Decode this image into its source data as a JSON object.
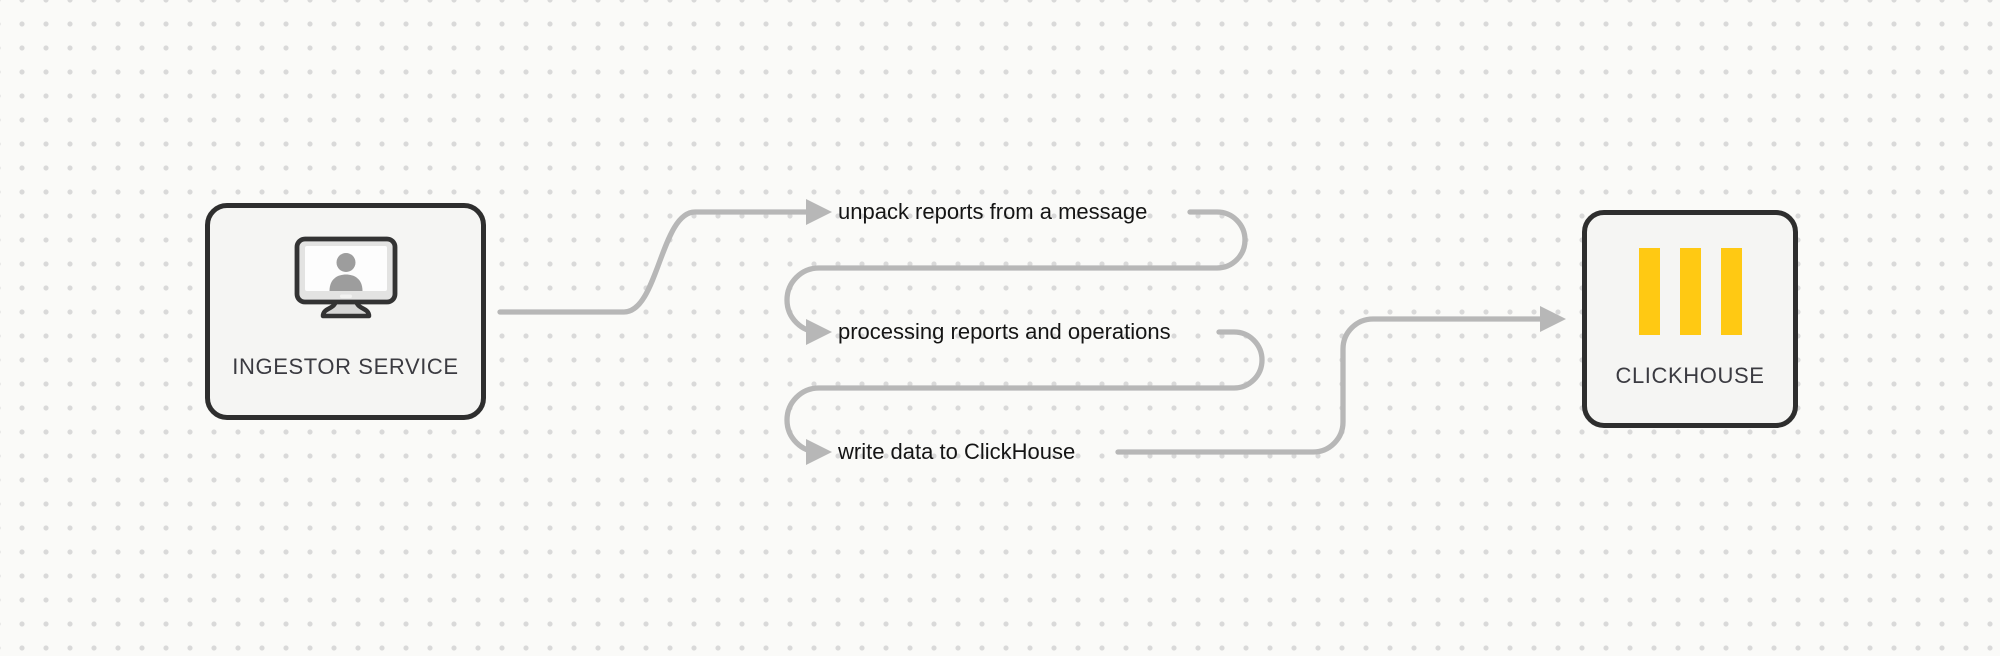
{
  "diagram": {
    "title": "ingestor service to clickhouse flow",
    "nodes": {
      "ingestor": {
        "label": "INGESTOR SERVICE",
        "icon": "workstation-user-icon"
      },
      "clickhouse": {
        "label": "CLICKHOUSE",
        "icon": "clickhouse-logo-icon"
      }
    },
    "steps": [
      {
        "label": "unpack reports from a message"
      },
      {
        "label": "processing reports and operations"
      },
      {
        "label": "write data to ClickHouse"
      }
    ],
    "colors": {
      "background": "#fafaf8",
      "grid_dot": "#d9d9d9",
      "connector": "#b7b7b7",
      "node_border": "#2e2e2e",
      "node_fill": "#f5f5f3",
      "node_label_text": "#3b3b41",
      "step_label_text": "#151515",
      "clickhouse_yellow": "#ffc913",
      "icon_gray": "#9d9d9d"
    }
  }
}
